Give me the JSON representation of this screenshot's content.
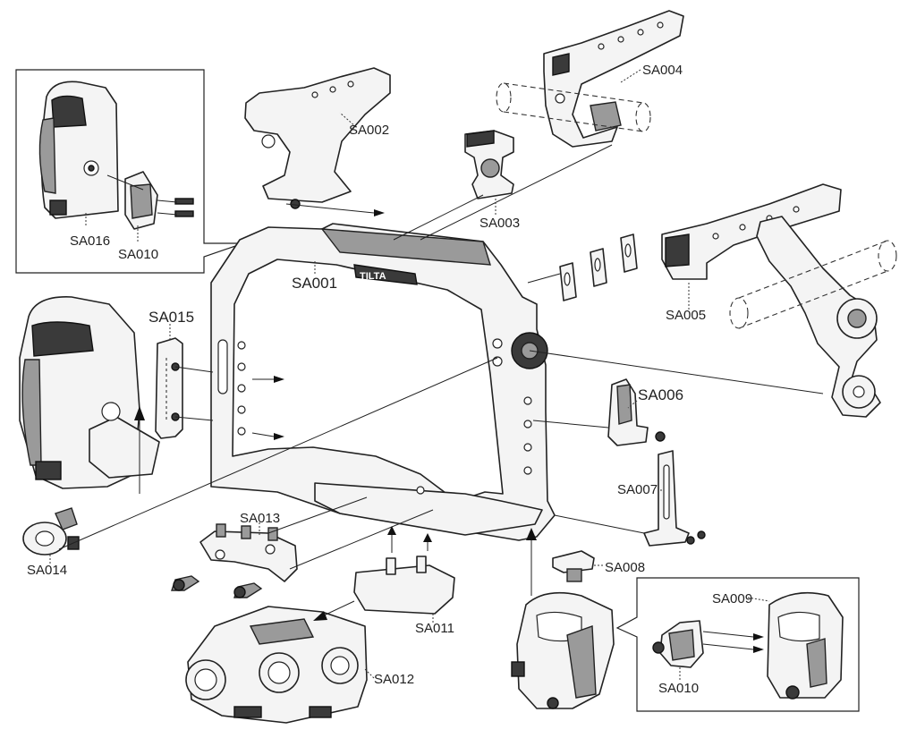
{
  "labels": {
    "sa001": "SA001",
    "sa002": "SA002",
    "sa003": "SA003",
    "sa004": "SA004",
    "sa005": "SA005",
    "sa006": "SA006",
    "sa007": "SA007",
    "sa008": "SA008",
    "sa009": "SA009",
    "sa010_top": "SA010",
    "sa010_bottom": "SA010",
    "sa011": "SA011",
    "sa012": "SA012",
    "sa013": "SA013",
    "sa014": "SA014",
    "sa015": "SA015",
    "sa016": "SA016"
  },
  "cage_logo": "TILTA"
}
